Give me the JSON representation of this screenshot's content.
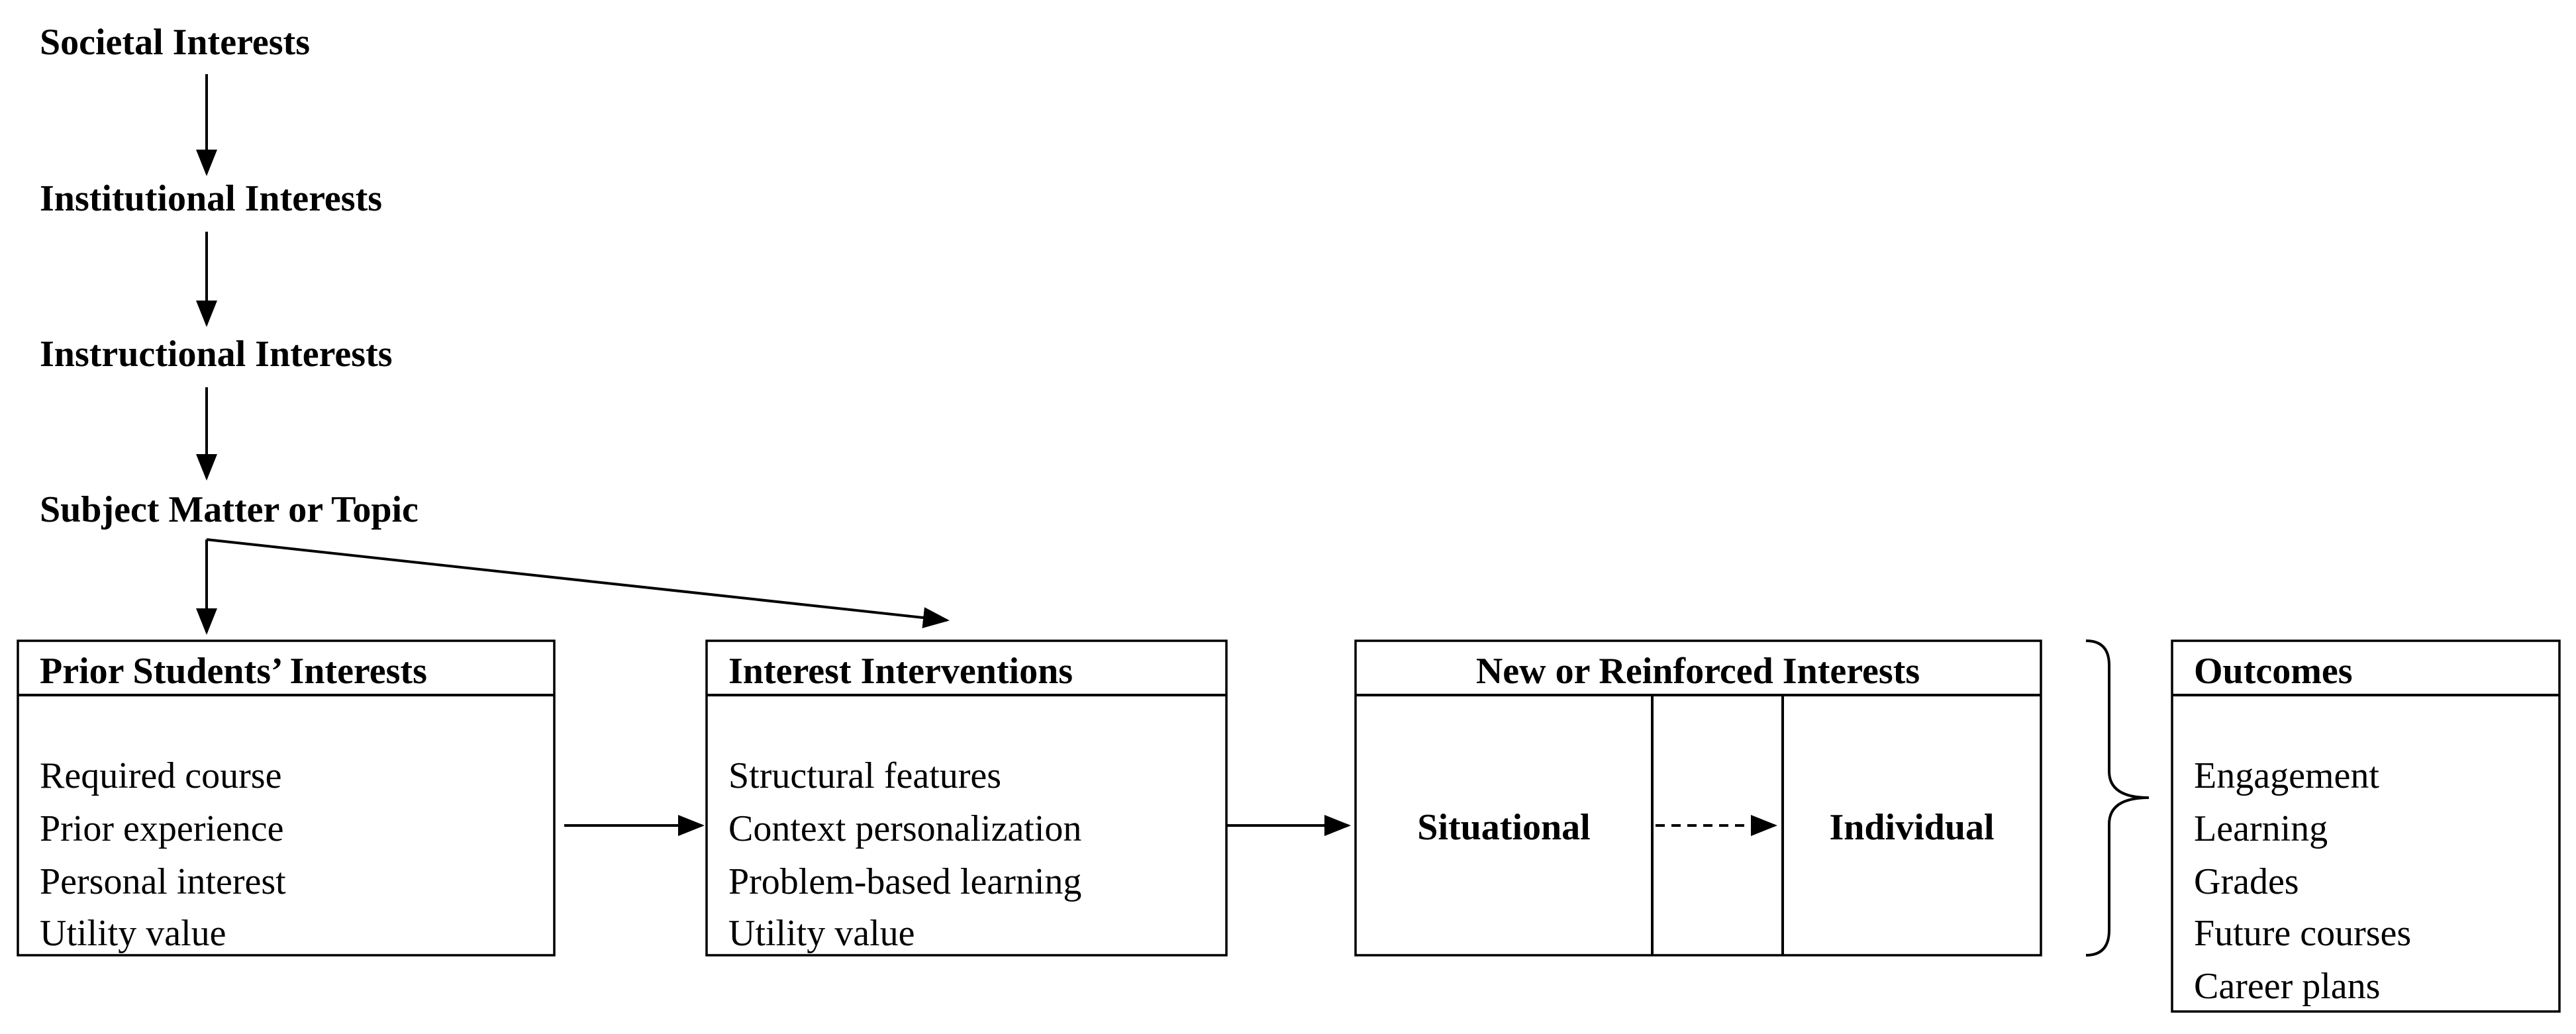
{
  "hierarchy": {
    "societal": "Societal Interests",
    "institutional": "Institutional Interests",
    "instructional": "Instructional Interests",
    "subject": "Subject Matter or Topic"
  },
  "prior_box": {
    "title": "Prior Students’ Interests",
    "items": [
      "Required course",
      "Prior experience",
      "Personal interest",
      "Utility value"
    ]
  },
  "interventions_box": {
    "title": "Interest Interventions",
    "items": [
      "Structural features",
      "Context personalization",
      "Problem-based learning",
      "Utility value"
    ]
  },
  "new_interests_box": {
    "title": "New or Reinforced Interests",
    "situational": "Situational",
    "individual": "Individual"
  },
  "outcomes_box": {
    "title": "Outcomes",
    "items": [
      "Engagement",
      "Learning",
      "Grades",
      "Future courses",
      "Career plans"
    ]
  }
}
